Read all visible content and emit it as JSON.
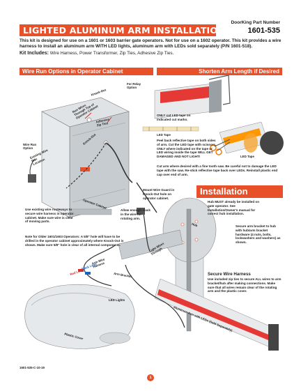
{
  "header": {
    "part_label": "DoorKing Part Number",
    "part_number": "1601-535",
    "title": "LIGHTED ALUMINUM ARM INSTALLATION KIT",
    "intro": "This kit is designed for use on a 1601 or 1603 barrier gate operators. Not for use on a 1602 operator. This kit provides a wire harness to install an aluminum arm WITH LED lights, aluminum arm with LEDs sold separately (P/N 1601-518).",
    "kit_label": "Kit Includes:",
    "kit_items": "Wire Harness, Power Transformer, Zip Ties, Adhesive Zip Ties."
  },
  "sections": {
    "wire_run": "Wire Run Options in Operator Cabinet",
    "shorten": "Shorten Arm Length if Desired",
    "installation": "Installation"
  },
  "wire_run": {
    "knock_out_top": "Knock-Out",
    "for_relay": "For Relay Option",
    "wire_through": "Run Wires Through Top of Operator Cabinet",
    "cabinet_adhesive": "Adhesive Zip Ties",
    "wire_option": "Wire Run Option",
    "knock_out_mid": "Knock-Out",
    "existing_wire": "Existing Wire Run Location",
    "operator_cabinet": "Operator Cabinet",
    "use_existing": "Use existing wire routeways to secure wire harness in operator cabinet. Make sure wire is clear of moving parts.",
    "note_1601": "Note for Older 1601/1603 Operators: A 5/8\" hole will have to be drilled in the operator cabinet approximately where Knock-Out is shown. Make sure 5/8\" hole is clear of all internal components.",
    "mount_wire_guard": "Mount Wire Guard in Knock-Out hole on operator cabinet.",
    "allow_slack": "Allow enough slack in the wire for rotating arm."
  },
  "shorten": {
    "only_cut": "ONLY cut LED tape on indicated cut marks.",
    "led_tape_1": "LED Tape",
    "peel_back": "Peel back reflective tape on both sides of arm. Cut the LED tape with scissors. ONLY where indicated on the tape or LED wiring inside the tape WILL GET DAMAGED AND NOT LIGHT!",
    "led_tape_2": "LED Tape",
    "cut_arm": "Cut arm where desired with a fine tooth saw. Be careful not to damage the LED tape with the saw. Re-stick reflective tape back over LEDs. Reinstall plastic end cap over end of arm."
  },
  "installation": {
    "hub_installed": "Hub MUST already be installed on gate operator. See Installation/Owner's manual for correct hub installation.",
    "secure_arm": "Secure arm bracket to hub with hub/arm bracket hardware (4 nuts, bolts, lockwashers and washers) as shown.",
    "secure_title": "Secure Wire Harness",
    "secure_text": "Use included zip ties to secure ALL wires to arm bracket/hub after making connections. Make sure that all wires remain clear of the rotating arm and the plastic cover.",
    "hub": "Hub",
    "light_wires": "Light Wires Through",
    "arm_bracket": "Arm Bracket",
    "red_lead": "Red Lead",
    "black_lead": "Black Lead",
    "arm_wire_harness": "Arm Wire Harness",
    "led_lights": "LED Lights",
    "aluminum_arm": "Aluminum Arm with LEDs (Sold Separately)",
    "plastic_cover": "Plastic Cover"
  },
  "footer": {
    "code": "1601-535-C-10-19",
    "page": "1"
  },
  "colors": {
    "accent": "#e8502a",
    "text": "#222222"
  }
}
